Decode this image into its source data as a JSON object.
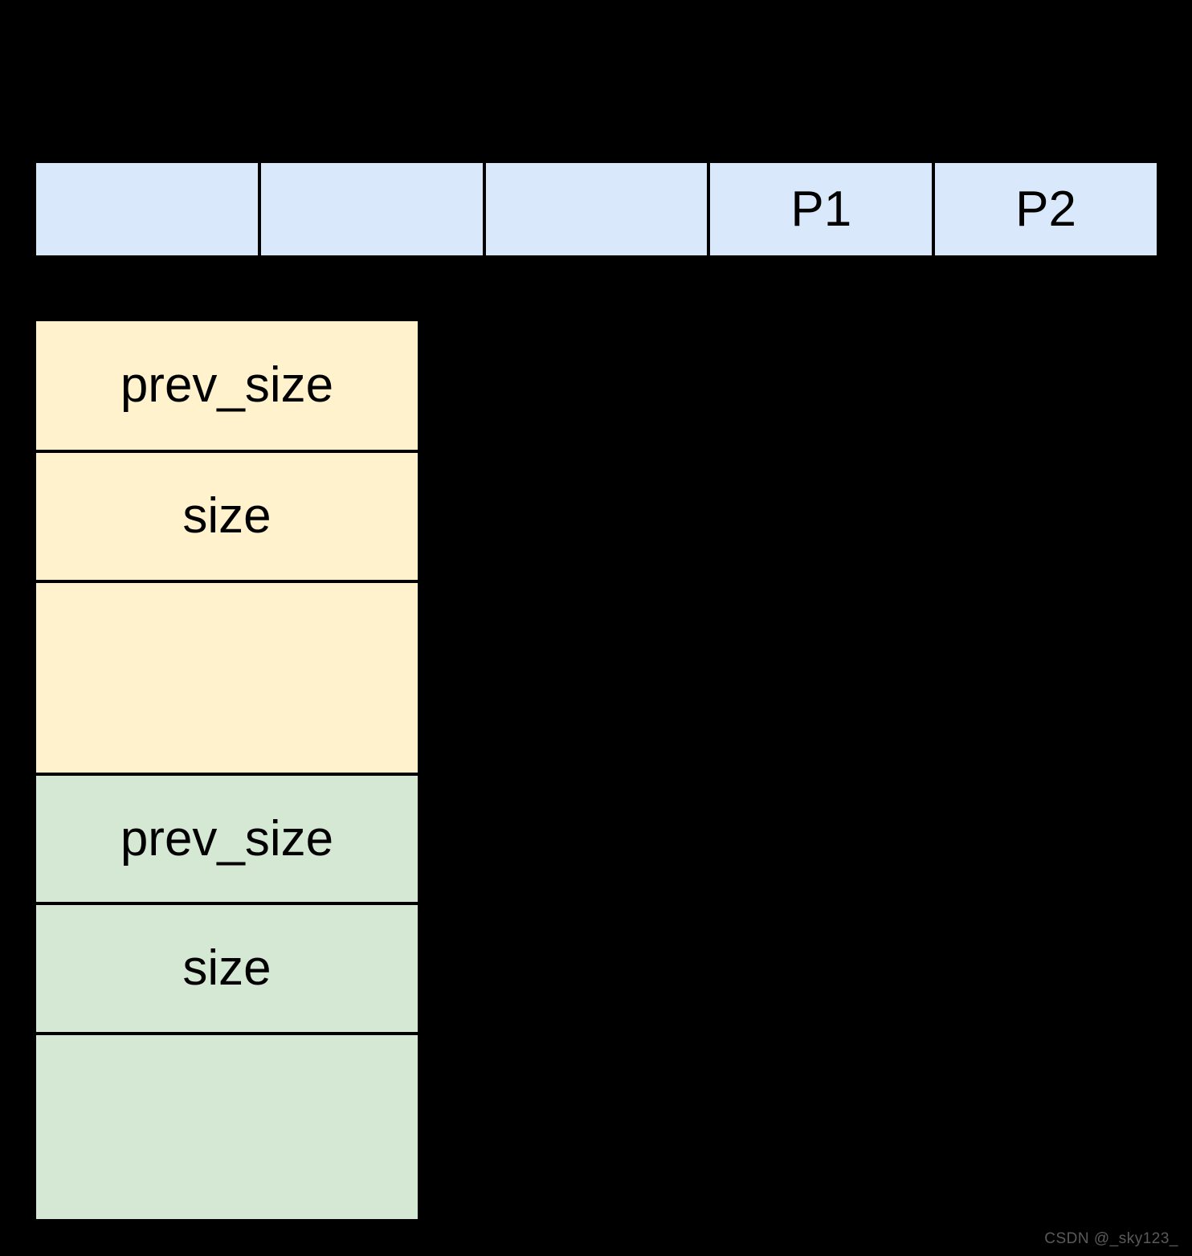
{
  "colors": {
    "background": "#000000",
    "row_fill": "#dae8fc",
    "chunk1_fill": "#fff2cc",
    "chunk2_fill": "#d5e8d4",
    "label_text": "#000000",
    "watermark_text": "#5a5a5a"
  },
  "top_row": {
    "cells": [
      {
        "label": ""
      },
      {
        "label": ""
      },
      {
        "label": ""
      },
      {
        "label": "P1"
      },
      {
        "label": "P2"
      }
    ]
  },
  "chunks": [
    {
      "id": "chunk1",
      "cells": [
        {
          "label": "prev_size"
        },
        {
          "label": "size"
        },
        {
          "label": ""
        }
      ]
    },
    {
      "id": "chunk2",
      "cells": [
        {
          "label": "prev_size"
        },
        {
          "label": "size"
        },
        {
          "label": ""
        }
      ]
    }
  ],
  "watermark": {
    "text": "CSDN @_sky123_"
  }
}
